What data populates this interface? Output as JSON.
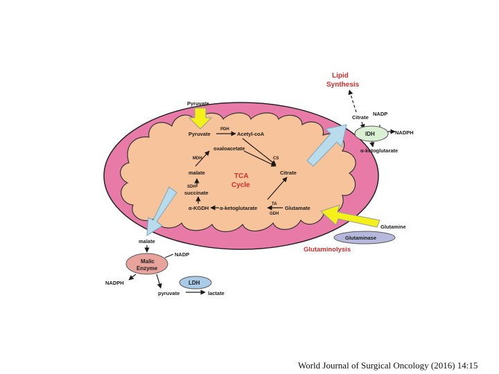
{
  "diagram": {
    "labels": {
      "lipid_synthesis_line1": "Lipid",
      "lipid_synthesis_line2": "Synthesis",
      "pyruvate_outside": "Pyruvate",
      "pyruvate_inside": "Pyruvate",
      "pdh": "PDH",
      "acetyl_coa": "Acetyl-coA",
      "oxaloacetate": "oxaloacetate",
      "mdh": "MDH",
      "cs": "CS",
      "malate_inside": "malate",
      "tca_line1": "TCA",
      "tca_line2": "Cycle",
      "citrate_inside": "Citrate",
      "sdh": "SDH",
      "succinate": "succinate",
      "akgdh": "α-KGDH",
      "akg_inside": "α-ketoglutarate",
      "ta": "TA",
      "gdh": "GDH",
      "glutamate": "Glutamate",
      "citrate_outside": "Citrate",
      "nadp_top": "NADP",
      "idh": "IDH",
      "nadph_right": "NADPH",
      "akg_outside": "α-ketoglutarate",
      "glutamine": "Glutamine",
      "glutaminase": "Glutaminase",
      "glutaminolysis": "Glutaminolysis",
      "malate_outside": "malate",
      "malic_line1": "Malic",
      "malic_line2": "Enzyme",
      "nadp_malic": "NADP",
      "nadph_left": "NADPH",
      "ldh": "LDH",
      "pyruvate_bottom": "pyruvate",
      "lactate": "lactate"
    },
    "colors": {
      "outer_membrane": "#e87aa8",
      "matrix": "#f6c39a",
      "red_text": "#d42c2c",
      "yellow_arrow": "#f4f01a",
      "blue_arrow": "#b9dcec",
      "idh_fill": "#d9f0d2",
      "glutaminase_fill": "#b7b9dc",
      "malic_fill": "#e8a39d",
      "ldh_fill": "#a9cbe8"
    }
  },
  "citation": "World Journal of Surgical Oncology (2016) 14:15"
}
